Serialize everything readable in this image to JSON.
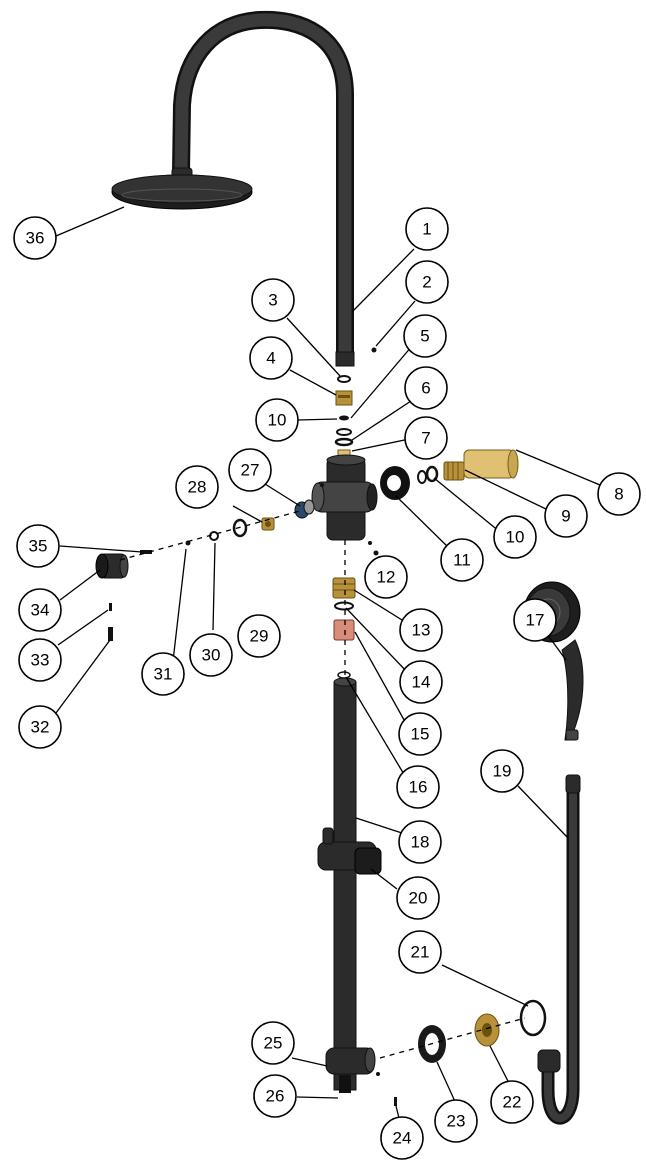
{
  "callouts": [
    {
      "id": "part-1",
      "label": "1"
    },
    {
      "id": "part-2",
      "label": "2"
    },
    {
      "id": "part-3",
      "label": "3"
    },
    {
      "id": "part-4",
      "label": "4"
    },
    {
      "id": "part-5",
      "label": "5"
    },
    {
      "id": "part-6",
      "label": "6"
    },
    {
      "id": "part-7",
      "label": "7"
    },
    {
      "id": "part-8",
      "label": "8"
    },
    {
      "id": "part-9",
      "label": "9"
    },
    {
      "id": "part-10a",
      "label": "10"
    },
    {
      "id": "part-10b",
      "label": "10"
    },
    {
      "id": "part-11",
      "label": "11"
    },
    {
      "id": "part-12",
      "label": "12"
    },
    {
      "id": "part-13",
      "label": "13"
    },
    {
      "id": "part-14",
      "label": "14"
    },
    {
      "id": "part-15",
      "label": "15"
    },
    {
      "id": "part-16",
      "label": "16"
    },
    {
      "id": "part-17",
      "label": "17"
    },
    {
      "id": "part-18",
      "label": "18"
    },
    {
      "id": "part-19",
      "label": "19"
    },
    {
      "id": "part-20",
      "label": "20"
    },
    {
      "id": "part-21",
      "label": "21"
    },
    {
      "id": "part-22",
      "label": "22"
    },
    {
      "id": "part-23",
      "label": "23"
    },
    {
      "id": "part-24",
      "label": "24"
    },
    {
      "id": "part-25",
      "label": "25"
    },
    {
      "id": "part-26",
      "label": "26"
    },
    {
      "id": "part-27",
      "label": "27"
    },
    {
      "id": "part-28",
      "label": "28"
    },
    {
      "id": "part-29",
      "label": "29"
    },
    {
      "id": "part-30",
      "label": "30"
    },
    {
      "id": "part-31",
      "label": "31"
    },
    {
      "id": "part-32",
      "label": "32"
    },
    {
      "id": "part-33",
      "label": "33"
    },
    {
      "id": "part-34",
      "label": "34"
    },
    {
      "id": "part-35",
      "label": "35"
    },
    {
      "id": "part-36",
      "label": "36"
    }
  ]
}
